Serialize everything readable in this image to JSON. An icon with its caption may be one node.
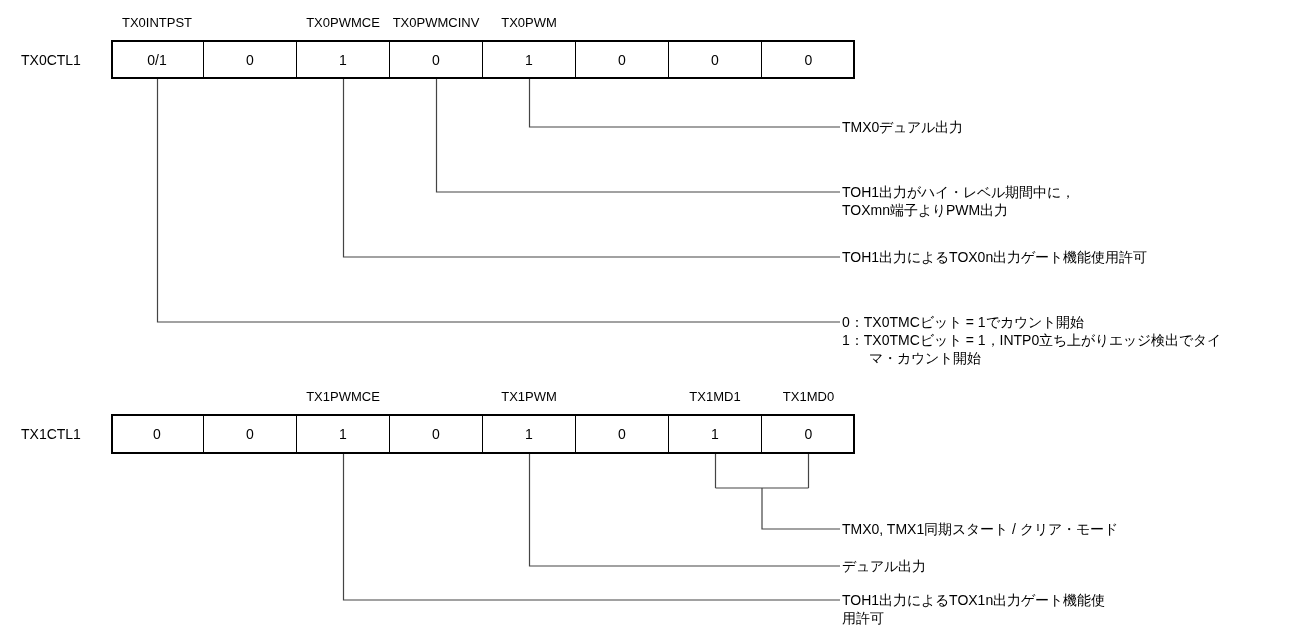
{
  "diagram": {
    "nodes": [
      {
        "text": [
          "TX0CTL1"
        ]
      },
      {
        "text": [
          "TX0INTPST",
          "0/1"
        ],
        "in": 0
      },
      {
        "text": [
          "0"
        ],
        "in": 0
      },
      {
        "text": [
          "TX0PWMCE",
          "1"
        ],
        "in": 0
      },
      {
        "text": [
          "TX0PWMCINV",
          "0"
        ],
        "in": 0
      },
      {
        "text": [
          "TX0PWM",
          "1"
        ],
        "in": 0
      },
      {
        "text": [
          "0"
        ],
        "in": 0
      },
      {
        "text": [
          "0"
        ],
        "in": 0
      },
      {
        "text": [
          "0"
        ],
        "in": 0
      },
      {
        "text": [
          "TMX0デュアル出力"
        ]
      },
      {
        "text": [
          "TOH1出力がハイ・レベル期間中に，TOXmn端子よりPWM出力"
        ]
      },
      {
        "text": [
          "TOH1出力によるTOX0n出力ゲート機能使用許可"
        ]
      },
      {
        "text": [
          "0：TX0TMCビット = 1でカウント開始",
          "1：TX0TMCビット = 1，INTP0立ち上がりエッジ検出でタイマ・カウント開始"
        ]
      },
      {
        "text": [
          "TX1CTL1"
        ]
      },
      {
        "text": [
          "0"
        ],
        "in": 13
      },
      {
        "text": [
          "0"
        ],
        "in": 13
      },
      {
        "text": [
          "TX1PWMCE",
          "1"
        ],
        "in": 13
      },
      {
        "text": [
          "0"
        ],
        "in": 13
      },
      {
        "text": [
          "TX1PWM",
          "1"
        ],
        "in": 13
      },
      {
        "text": [
          "0"
        ],
        "in": 13
      },
      {
        "text": [
          "TX1MD1",
          "1"
        ],
        "in": 13
      },
      {
        "text": [
          "TX1MD0",
          "0"
        ],
        "in": 13
      },
      {
        "text": [
          "TMX0, TMX1同期スタート / クリア・モード"
        ]
      },
      {
        "text": [
          "デュアル出力"
        ]
      },
      {
        "text": [
          "TOH1出力によるTOX1n出力ゲート機能使用許可"
        ]
      }
    ],
    "edges": [
      {
        "from": 5,
        "to": 9,
        "arrow": "none"
      },
      {
        "from": 4,
        "to": 10,
        "arrow": "none"
      },
      {
        "from": 3,
        "to": 11,
        "arrow": "none"
      },
      {
        "from": 1,
        "to": 12,
        "arrow": "none"
      },
      {
        "from": 20,
        "to": 22,
        "arrow": "none"
      },
      {
        "from": 21,
        "to": 22,
        "arrow": "none"
      },
      {
        "from": 18,
        "to": 23,
        "arrow": "none"
      },
      {
        "from": 16,
        "to": 24,
        "arrow": "none"
      }
    ]
  }
}
